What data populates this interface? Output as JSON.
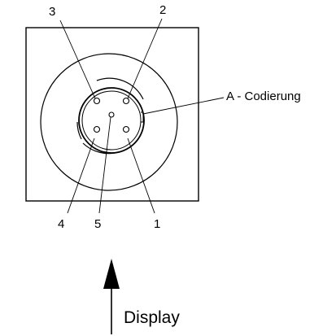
{
  "pins": [
    {
      "number": "1"
    },
    {
      "number": "2"
    },
    {
      "number": "3"
    },
    {
      "number": "4"
    },
    {
      "number": "5"
    }
  ],
  "coding_label": "A - Codierung",
  "direction_label": "Display",
  "icons": [
    "connector-face",
    "arrow-up-icon"
  ],
  "colors": {
    "line": "#000000",
    "background": "#ffffff"
  }
}
